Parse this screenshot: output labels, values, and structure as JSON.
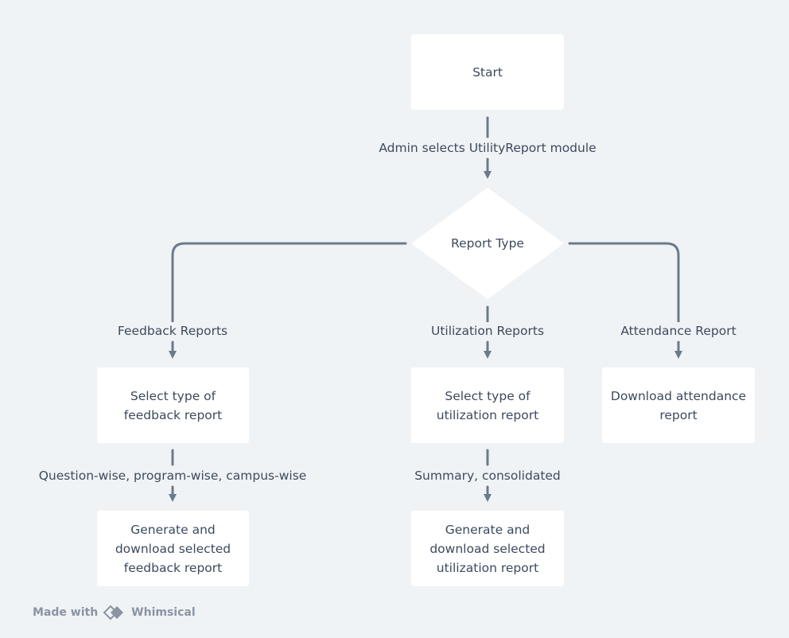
{
  "nodes": {
    "start": "Start",
    "report_type": "Report Type",
    "select_feedback": "Select type of\nfeedback report",
    "select_utilization": "Select type of\nutilization report",
    "download_attendance": "Download attendance\nreport",
    "generate_feedback": "Generate and\ndownload selected\nfeedback report",
    "generate_utilization": "Generate and\ndownload selected\nutilization report"
  },
  "edges": {
    "admin_selects": "Admin selects UtilityReport module",
    "feedback_reports": "Feedback Reports",
    "utilization_reports": "Utilization Reports",
    "attendance_report": "Attendance Report",
    "feedback_options": "Question-wise, program-wise, campus-wise",
    "utilization_options": "Summary, consolidated"
  },
  "footer": {
    "made_with": "Made with",
    "brand": "Whimsical"
  },
  "colors": {
    "background": "#f0f3f6",
    "node_fill": "#ffffff",
    "edge": "#6b7a8c",
    "text": "#3d4a5c"
  }
}
